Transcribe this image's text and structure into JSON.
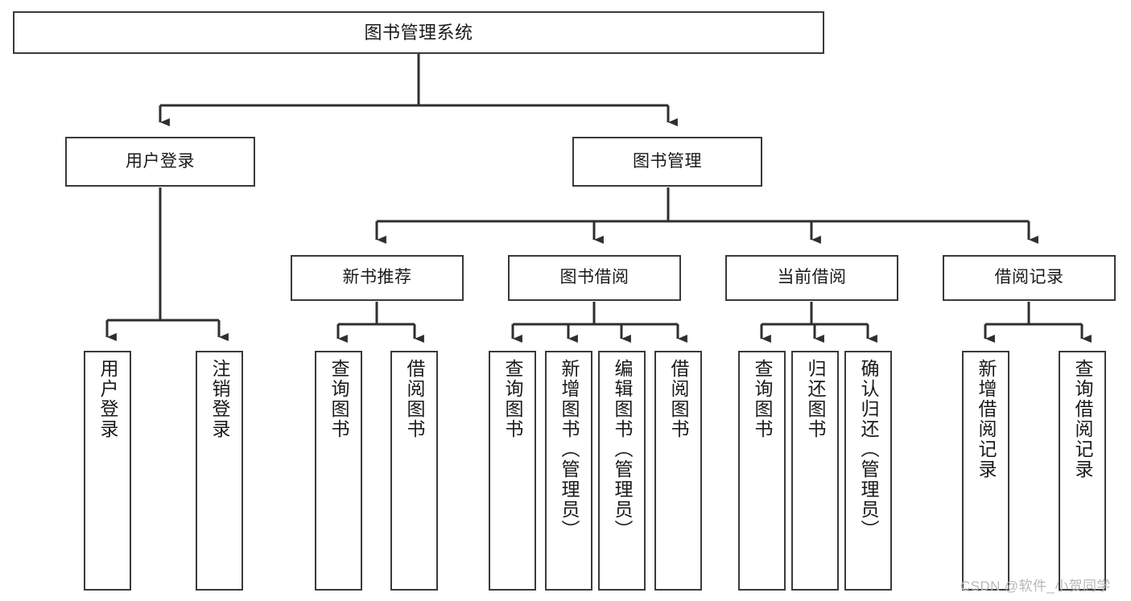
{
  "diagram": {
    "title": "图书管理系统",
    "type": "tree-hierarchy-diagram",
    "colors": {
      "box_border": "#3a3a3a",
      "box_fill": "#ffffff",
      "line": "#2f2f2f",
      "text": "#1a1a1a",
      "background": "#ffffff",
      "watermark": "#b7b7b7"
    },
    "root": {
      "label": "图书管理系统"
    },
    "level2": [
      {
        "label": "用户登录"
      },
      {
        "label": "图书管理"
      }
    ],
    "level3": [
      {
        "label": "新书推荐"
      },
      {
        "label": "图书借阅"
      },
      {
        "label": "当前借阅"
      },
      {
        "label": "借阅记录"
      }
    ],
    "leaves": {
      "user_login": [
        {
          "label": "用户登录"
        },
        {
          "label": "注销登录"
        }
      ],
      "new_book_recommend": [
        {
          "label": "查询图书"
        },
        {
          "label": "借阅图书"
        }
      ],
      "book_borrow": [
        {
          "label": "查询图书"
        },
        {
          "label": "新增图书（管理员）"
        },
        {
          "label": "编辑图书（管理员）"
        },
        {
          "label": "借阅图书"
        }
      ],
      "current_borrow": [
        {
          "label": "查询图书"
        },
        {
          "label": "归还图书"
        },
        {
          "label": "确认归还（管理员）"
        }
      ],
      "borrow_record": [
        {
          "label": "新增借阅记录"
        },
        {
          "label": "查询借阅记录"
        }
      ]
    },
    "watermark": "CSDN @软件_小贺同学"
  }
}
